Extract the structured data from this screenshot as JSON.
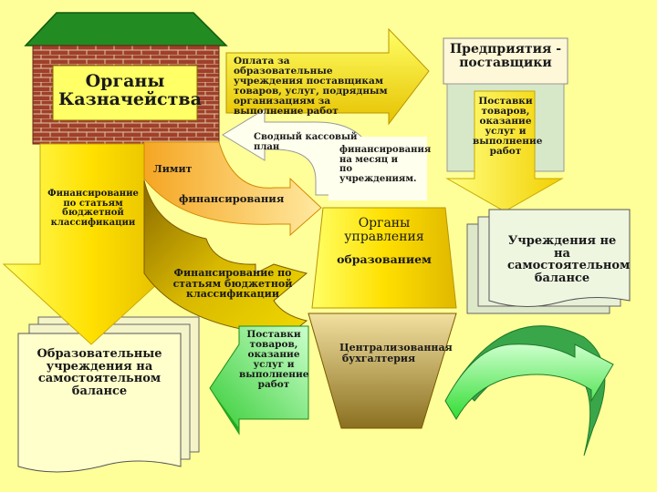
{
  "nodes": {
    "treasury": "Органы Казначейства",
    "suppliers": "Предприятия - поставщики",
    "education_authorities_1": "Органы управления",
    "education_authorities_2": "образованием",
    "centralized_accounting": "Централизованная бухгалтерия",
    "institutions_on_balance": "Образовательные учреждения на самостоятельном балансе",
    "institutions_not_on_balance": "Учреждения не на самостоятельном балансе"
  },
  "flows": {
    "payment": "Оплата за образовательные учреждения поставщикам товаров, услуг, подрядным организациям за выполнение работ",
    "cash_plan": "Сводный кассовый план",
    "cash_plan_detail": "финансирования на месяц и по учреждениям.",
    "limit": "Лимит",
    "limit_detail": "финансирования",
    "funding_left": "Финансирование по статьям бюджетной классификации",
    "funding_center": "Финансирование по статьям бюджетной классификации",
    "supplies_right": "Поставки товаров, оказание услуг и выполнение работ",
    "supplies_center": "Поставки товаров, оказание услуг и выполнение работ"
  }
}
